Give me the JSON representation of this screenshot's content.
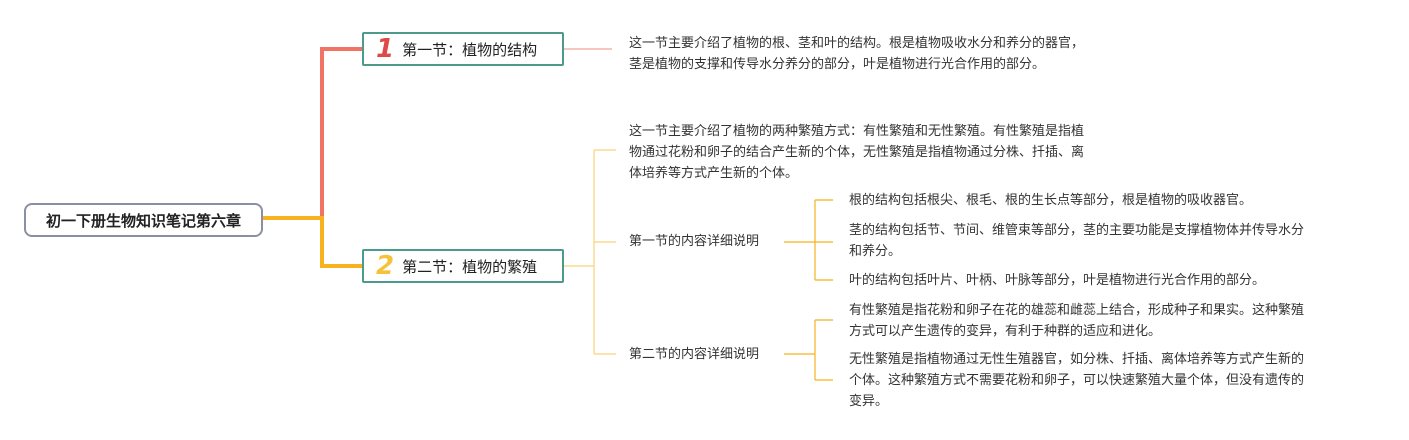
{
  "root": {
    "label": "初一下册生物知识笔记第六章"
  },
  "sections": [
    {
      "number": "1",
      "title": "第一节：植物的结构",
      "summary_lines": [
        "这一节主要介绍了植物的根、茎和叶的结构。根是植物吸收水分和养分的器官，",
        "茎是植物的支撑和传导水分养分的部分，叶是植物进行光合作用的部分。"
      ]
    },
    {
      "number": "2",
      "title": "第二节：植物的繁殖",
      "summary_lines": [
        "这一节主要介绍了植物的两种繁殖方式：有性繁殖和无性繁殖。有性繁殖是指植",
        "物通过花粉和卵子的结合产生新的个体，无性繁殖是指植物通过分株、扦插、离",
        "体培养等方式产生新的个体。"
      ],
      "details": [
        {
          "label": "第一节的内容详细说明",
          "items": [
            [
              "根的结构包括根尖、根毛、根的生长点等部分，根是植物的吸收器官。"
            ],
            [
              "茎的结构包括节、节间、维管束等部分，茎的主要功能是支撑植物体并传导水分",
              "和养分。"
            ],
            [
              "叶的结构包括叶片、叶柄、叶脉等部分，叶是植物进行光合作用的部分。"
            ]
          ]
        },
        {
          "label": "第二节的内容详细说明",
          "items": [
            [
              "有性繁殖是指花粉和卵子在花的雄蕊和雌蕊上结合，形成种子和果实。这种繁殖",
              "方式可以产生遗传的变异，有利于种群的适应和进化。"
            ],
            [
              "无性繁殖是指植物通过无性生殖器官，如分株、扦插、离体培养等方式产生新的",
              "个体。这种繁殖方式不需要花粉和卵子，可以快速繁殖大量个体，但没有遗传的",
              "变异。"
            ]
          ]
        }
      ]
    }
  ],
  "colors": {
    "branch1": "#f07363",
    "branch2": "#f7b21e",
    "branch2_light": "#fad27a",
    "node_border": "#4b9a8c",
    "root_border": "#8a8fa3"
  }
}
